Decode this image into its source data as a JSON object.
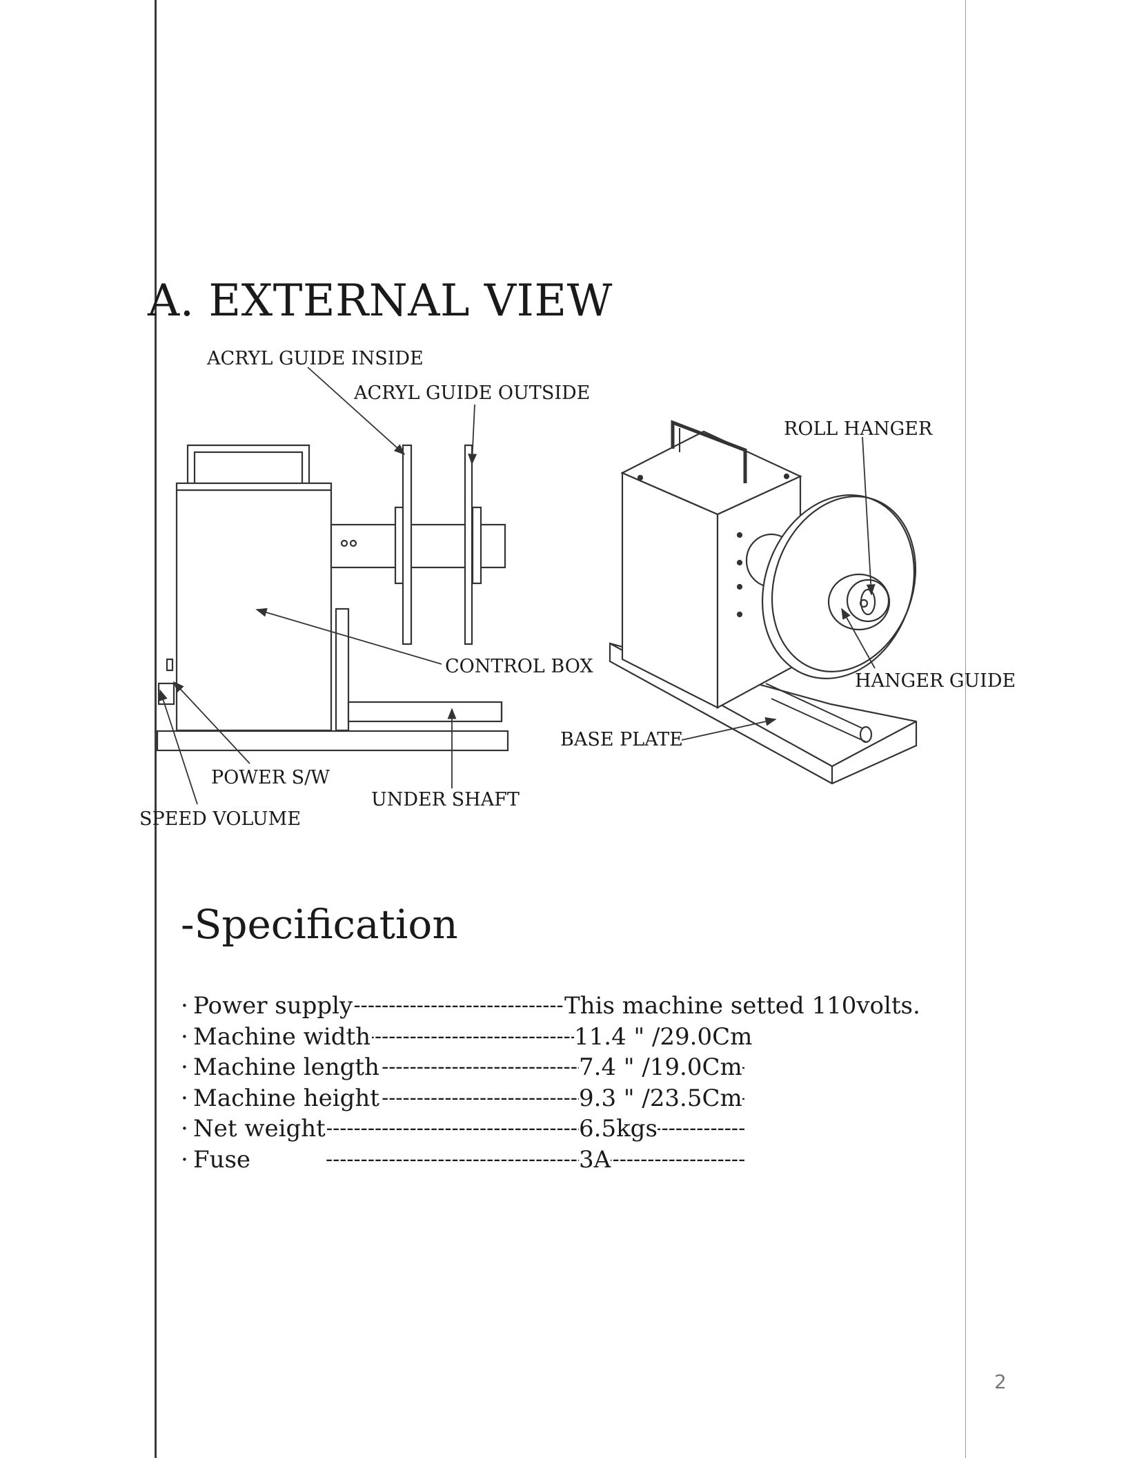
{
  "section": {
    "title": "A. EXTERNAL VIEW"
  },
  "diagram": {
    "labels": {
      "acryl_guide_inside": "ACRYL GUIDE INSIDE",
      "acryl_guide_outside": "ACRYL GUIDE OUTSIDE",
      "roll_hanger": "ROLL HANGER",
      "control_box": "CONTROL BOX",
      "hanger_guide": "HANGER GUIDE",
      "base_plate": "BASE PLATE",
      "power_sw": "POWER S/W",
      "under_shaft": "UNDER SHAFT",
      "speed_volume": "SPEED VOLUME"
    }
  },
  "specification": {
    "heading": "-Specification",
    "items": [
      {
        "name": "Power supply",
        "value": "This machine setted 110volts."
      },
      {
        "name": "Machine width",
        "value": "11.4 \" /29.0Cm"
      },
      {
        "name": "Machine length",
        "value": "7.4 \" /19.0Cm"
      },
      {
        "name": "Machine height",
        "value": "9.3 \" /23.5Cm"
      },
      {
        "name": "Net weight",
        "value": "6.5kgs"
      },
      {
        "name": "Fuse",
        "value": "3A"
      }
    ]
  },
  "page": {
    "number": "2"
  }
}
